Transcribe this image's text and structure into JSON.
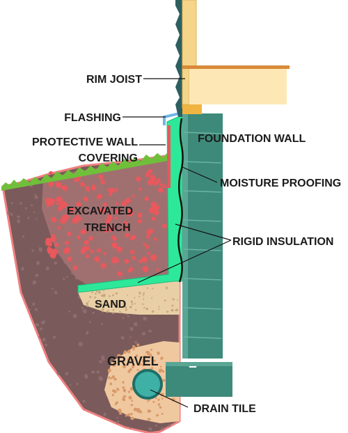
{
  "labels": {
    "rim_joist": "RIM JOIST",
    "flashing": "FLASHING",
    "protective_wall_line1": "PROTECTIVE WALL",
    "protective_wall_line2": "COVERING",
    "foundation_wall": "FOUNDATION WALL",
    "moisture_proofing": "MOISTURE PROOFING",
    "excavated_line1": "EXCAVATED",
    "excavated_line2": "TRENCH",
    "rigid_insulation": "RIGID INSULATION",
    "sand": "SAND",
    "gravel": "GRAVEL",
    "drain_tile": "DRAIN TILE"
  },
  "colors": {
    "soil": "#7a5a5a",
    "trench_fill": "#a07070",
    "rock_red": "#e8585c",
    "foundation": "#3e8a7a",
    "insulation": "#2ee89a",
    "framing": "#f5d58a",
    "sand": "#e8cfa6",
    "gravel": "#f0c8a0",
    "grass": "#6fbf3a",
    "drain_tile": "#2f8f86",
    "flashing": "#6fb6e6"
  }
}
